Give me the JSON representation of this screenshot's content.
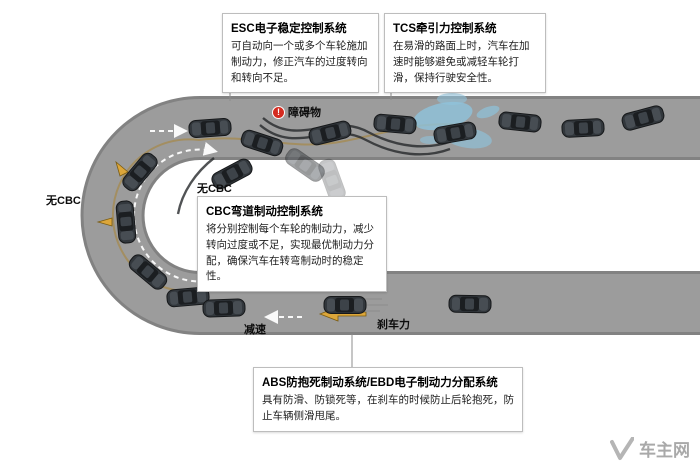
{
  "callouts": {
    "esc": {
      "title": "ESC电子稳定控制系统",
      "body": "可自动向一个或多个车轮施加制动力，修正汽车的过度转向和转向不足。"
    },
    "tcs": {
      "title": "TCS牵引力控制系统",
      "body": "在易滑的路面上时，汽车在加速时能够避免或减轻车轮打滑，保持行驶安全性。"
    },
    "cbc": {
      "title": "CBC弯道制动控制系统",
      "body": "将分别控制每个车轮的制动力，减少转向过度或不足，实现最优制动力分配，确保汽车在转弯制动时的稳定性。"
    },
    "abs": {
      "title": "ABS防抱死制动系统/EBD电子制动力分配系统",
      "body": "具有防滑、防锁死等，在刹车的时候防止后轮抱死，防止车辆侧滑甩尾。"
    }
  },
  "road_labels": {
    "obstacle": "障碍物",
    "obstacle_mark": "!",
    "no_cbc_left": "无CBC",
    "no_cbc_mid": "无CBC",
    "decelerate": "减速",
    "brake_force": "刹车力"
  },
  "watermark": {
    "site_name": "车主网"
  },
  "colors": {
    "road": "#9c9c9c",
    "road_edge": "#828282",
    "accent_red": "#d42b20",
    "arrow_yellow": "#dca63a",
    "splash_blue": "#8fc3dc"
  }
}
